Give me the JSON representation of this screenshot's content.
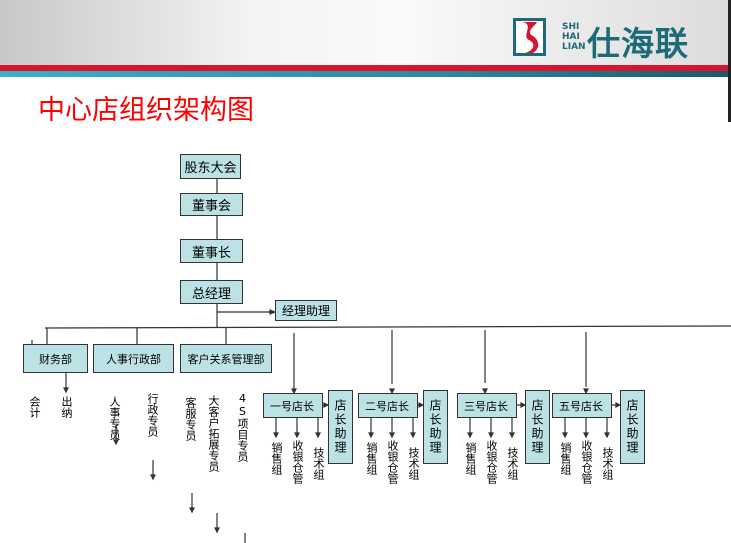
{
  "logo": {
    "en": [
      "SHI",
      "HAI",
      "LIAN"
    ],
    "cn": "仕海联"
  },
  "title": "中心店组织架构图",
  "top": {
    "shareholders": "股东大会",
    "board": "董事会",
    "chairman": "董事长",
    "gm": "总经理",
    "gm_assistant": "经理助理"
  },
  "departments": [
    {
      "name": "财务部",
      "staff": [
        "会计",
        "出纳"
      ]
    },
    {
      "name": "人事行政部",
      "staff": [
        "人事专员",
        "行政专员"
      ]
    },
    {
      "name": "客户关系管理部",
      "staff": [
        "客服专员",
        "大客户拓展专员",
        "4S项目专员"
      ]
    }
  ],
  "stores": [
    {
      "name": "一号店长",
      "assistant": "店长助理",
      "groups": [
        "销售组",
        "收银仓管",
        "技术组"
      ]
    },
    {
      "name": "二号店长",
      "assistant": "店长助理",
      "groups": [
        "销售组",
        "收银仓管",
        "技术组"
      ]
    },
    {
      "name": "三号店长",
      "assistant": "店长助理",
      "groups": [
        "销售组",
        "收银仓管",
        "技术组"
      ]
    },
    {
      "name": "五号店长",
      "assistant": "店长助理",
      "groups": [
        "销售组",
        "收银仓管",
        "技术组"
      ]
    }
  ],
  "colors": {
    "box_fill": "#bde2e6",
    "title": "#ff0000",
    "brand_red": "#d7152f",
    "brand_teal": "#1d6b78"
  }
}
